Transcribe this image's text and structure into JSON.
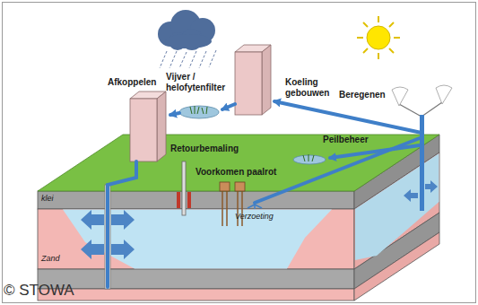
{
  "diagram": {
    "labels": [
      "Afkoppelen",
      "Vijver / helofytenfilter",
      "Koeling gebouwen",
      "Beregenen",
      "Retourbemaling",
      "Peilbeheer",
      "Voorkomen paalrot",
      "klei",
      "Verzoeting",
      "Zand",
      "© STOWA"
    ]
  }
}
